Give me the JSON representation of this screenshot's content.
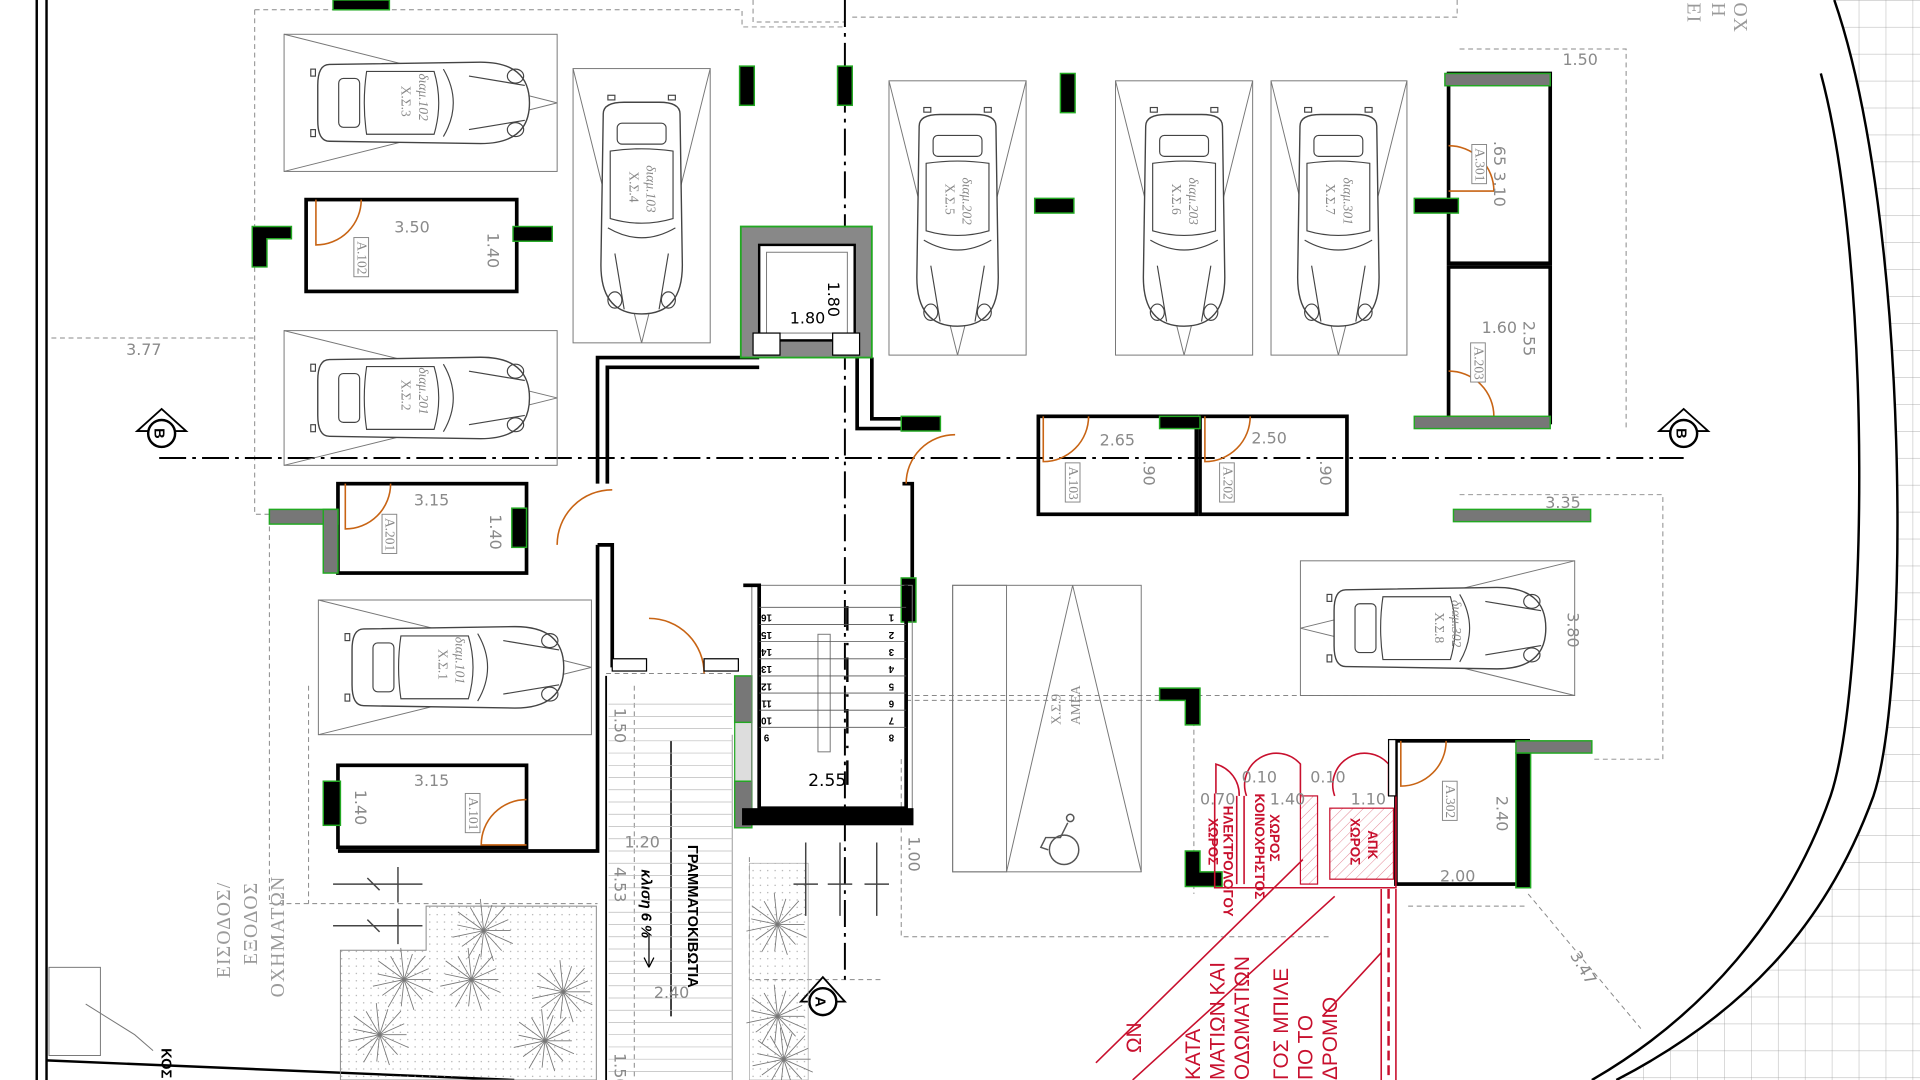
{
  "drawing": {
    "parking_spots": [
      {
        "name": "Χ.Σ.3",
        "unit": "διαμ.102"
      },
      {
        "name": "Χ.Σ.2",
        "unit": "διαμ.201"
      },
      {
        "name": "Χ.Σ.1",
        "unit": "διαμ.101"
      },
      {
        "name": "Χ.Σ.4",
        "unit": "διαμ.103"
      },
      {
        "name": "Χ.Σ.5",
        "unit": "διαμ.202"
      },
      {
        "name": "Χ.Σ.6",
        "unit": "διαμ.203"
      },
      {
        "name": "Χ.Σ.7",
        "unit": "διαμ.301"
      },
      {
        "name": "Χ.Σ.8",
        "unit": "διαμ.302"
      },
      {
        "name": "Χ.Σ.9",
        "unit": "ΑΜΕΑ"
      }
    ],
    "storage_rooms": [
      {
        "id": "Α.102",
        "length": "3.50",
        "width": "1.40"
      },
      {
        "id": "Α.201",
        "length": "3.15",
        "width": "1.40"
      },
      {
        "id": "Α.101",
        "length": "3.15",
        "width": "1.40"
      },
      {
        "id": "Α.103",
        "length": "2.65",
        "width": ".90"
      },
      {
        "id": "Α.202",
        "length": "2.50",
        "width": ".90"
      },
      {
        "id": "Α.301",
        "length": ".65",
        "width": "3.10"
      },
      {
        "id": "Α.203",
        "length": "1.60",
        "width": "2.55"
      },
      {
        "id": "Α.302",
        "length": "2.40",
        "width": "2.00"
      }
    ],
    "elevator": {
      "w": "1.80",
      "d": "1.80"
    },
    "stair": {
      "width": "2.55",
      "steps": [
        "1",
        "2",
        "3",
        "4",
        "5",
        "6",
        "7",
        "8",
        "9",
        "10",
        "11",
        "12",
        "13",
        "14",
        "15",
        "16"
      ]
    },
    "dimensions": {
      "d377": "3.77",
      "d150top": "1.50",
      "d335": "3.35",
      "d380": "3.80",
      "d100": "1.00",
      "d120": "1.20",
      "d453": "4.53",
      "d240": "2.40",
      "d150a": "1.50",
      "d150b": "1.50",
      "d347": "3.47",
      "r070": "0.70",
      "r010a": "0.10",
      "r140": "1.40",
      "r010b": "0.10",
      "r110": "1.10"
    },
    "section_markers": {
      "b": "B",
      "a": "A"
    },
    "labels": {
      "mailboxes": "ΓΡΑΜΜΑΤΟΚΙΒΩΤΙΑ",
      "slope": "κλιση 6 %",
      "entry1": "ΕΙΣΟΔΟΣ/",
      "entry2": "ΕΞΟΔΟΣ",
      "entry3": "ΟΧΗΜΑΤΩΝ",
      "bottom_left_cut": "ΚΟΣ",
      "top_right_cut1": "ΕΙ",
      "top_right_cut2": "Η",
      "top_right_cut3": "ΟΧ"
    },
    "red_rooms": {
      "electrician1": "ΧΩΡΟΣ",
      "electrician2": "ΗΛΕΚΤΡΟΛΟΓΟΥ",
      "common1": "ΚΟΙΝΟΧΡΗΣΤΟΣ",
      "common2": "ΧΩΡΟΣ",
      "apk1": "ΧΩΡΟΣ",
      "apk2": "ΑΠΚ"
    },
    "red_notes": {
      "n1": "ΩΝ",
      "n2a": "ΚΑΤΑ",
      "n2b": "ΜΑΤΙΩΝ  ΚΑΙ",
      "n2c": "ΟΔΩΜΑΤΙΩΝ",
      "n3a": "ΓΟΣ  ΜΠΙΛΕ",
      "n3b": "ΠΟ  ΤΟ",
      "n3c": "ΔΡΟΜΙΟ"
    }
  }
}
